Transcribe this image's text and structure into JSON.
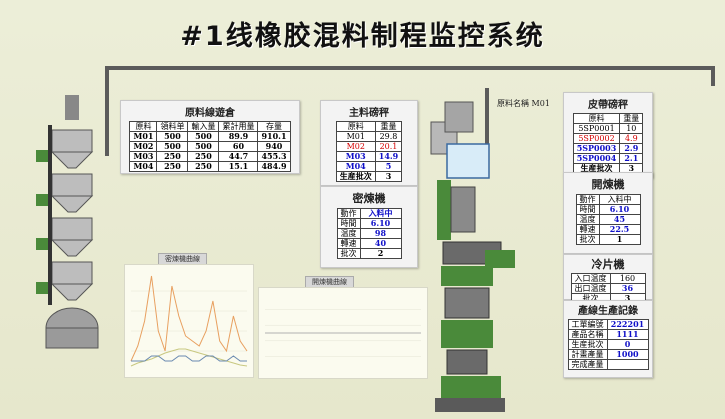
{
  "title": "#1线橡胶混料制程监控系统",
  "raw_tank": {
    "title": "原料線遊倉",
    "headers": [
      "原料",
      "領料单",
      "輸入量",
      "累計用量",
      "存量"
    ],
    "rows": [
      [
        "M01",
        "500",
        "500",
        "89.9",
        "910.1"
      ],
      [
        "M02",
        "500",
        "500",
        "60",
        "940"
      ],
      [
        "M03",
        "250",
        "250",
        "44.7",
        "455.3"
      ],
      [
        "M04",
        "250",
        "250",
        "15.1",
        "484.9"
      ]
    ]
  },
  "main_scale": {
    "title": "主料磅秤",
    "headers": [
      "原料",
      "重量"
    ],
    "rows": [
      [
        "M01",
        "29.8"
      ],
      [
        "M02",
        "20.1"
      ],
      [
        "M03",
        "14.9"
      ],
      [
        "M04",
        "5"
      ]
    ],
    "batch_label": "生産批次",
    "batch_value": "3"
  },
  "mixer": {
    "title": "密煉機",
    "rows": [
      [
        "動作",
        "入料中"
      ],
      [
        "時間",
        "6.10"
      ],
      [
        "温度",
        "98"
      ],
      [
        "轉速",
        "40"
      ],
      [
        "批次",
        "2"
      ]
    ]
  },
  "material_name": "原料名稱 M01",
  "belt_scale": {
    "title": "皮帶磅秤",
    "headers": [
      "原料",
      "重量"
    ],
    "rows": [
      [
        "5SP0001",
        "10"
      ],
      [
        "5SP0002",
        "4.9"
      ],
      [
        "5SP0003",
        "2.9"
      ],
      [
        "5SP0004",
        "2.1"
      ]
    ],
    "batch_label": "生産批次",
    "batch_value": "3"
  },
  "open_mill": {
    "title": "開煉機",
    "rows": [
      [
        "動作",
        "入料中"
      ],
      [
        "時間",
        "6.10"
      ],
      [
        "温度",
        "45"
      ],
      [
        "轉速",
        "22.5"
      ],
      [
        "批次",
        "1"
      ]
    ]
  },
  "cooler": {
    "title": "冷片機",
    "rows": [
      [
        "入口温度",
        "160"
      ],
      [
        "出口温度",
        "36"
      ],
      [
        "批次",
        "3"
      ]
    ]
  },
  "production": {
    "title": "產線生產記錄",
    "rows": [
      [
        "工單編號",
        "222201"
      ],
      [
        "產品名稱",
        "1111"
      ],
      [
        "生産批次",
        "0"
      ],
      [
        "計畫產量",
        "1000"
      ],
      [
        "完成產量",
        ""
      ]
    ]
  },
  "chart_tabs": {
    "mixer_curve": "密煉機曲線",
    "open_curve": "開煉機曲線"
  },
  "chart_data": [
    {
      "type": "line",
      "title": "",
      "series": [
        {
          "name": "",
          "values": [
            0.1,
            0.25,
            0.5,
            0.95,
            0.4,
            0.2,
            0.85,
            0.55,
            0.35,
            0.3,
            0.25,
            0.4,
            0.7,
            0.3,
            0.2,
            0.55,
            0.3,
            0.2
          ]
        },
        {
          "name": "",
          "values": [
            0.05,
            0.08,
            0.1,
            0.12,
            0.15,
            0.18,
            0.2,
            0.22,
            0.22,
            0.2,
            0.18,
            0.16,
            0.14,
            0.12,
            0.1,
            0.08,
            0.06,
            0.05
          ]
        },
        {
          "name": "",
          "values": [
            0.1,
            0.1,
            0.1,
            0.15,
            0.15,
            0.1,
            0.1,
            0.15,
            0.15,
            0.1,
            0.1,
            0.15,
            0.15,
            0.1,
            0.1,
            0.15,
            0.1,
            0.1
          ]
        }
      ],
      "colors": [
        "#e8a060",
        "#c8c880",
        "#6a8ab0"
      ]
    },
    {
      "type": "line",
      "title": "",
      "series": [
        {
          "name": "",
          "values": [
            0.5,
            0.5,
            0.5,
            0.5,
            0.5,
            0.5,
            0.5,
            0.5,
            0.5,
            0.5
          ]
        }
      ],
      "colors": [
        "#b0b0b0"
      ]
    }
  ]
}
